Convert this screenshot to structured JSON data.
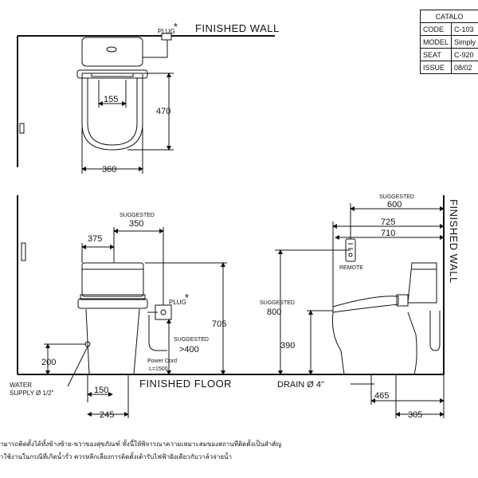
{
  "catalog": {
    "title": "CATALO",
    "rows": [
      {
        "key": "CODE",
        "value": "C-103"
      },
      {
        "key": "MODEL",
        "value": "Simply"
      },
      {
        "key": "SEAT",
        "value": "C-920"
      },
      {
        "key": "ISSUE",
        "value": "08/02"
      }
    ]
  },
  "top_view": {
    "plug_label": "PLUG",
    "asterisk": "*",
    "wall_label": "FINISHED WALL",
    "dim_155": "155",
    "dim_470": "470",
    "dim_360": "360"
  },
  "front_view": {
    "suggested_label": "SUGGESTED",
    "dim_350": "350",
    "dim_375": "375",
    "plug_label": "PLUG",
    "asterisk": "*",
    "suggested_400_label": "SUGGESTED",
    "dim_400": ">400",
    "dim_705": "705",
    "power_cord_label": "Power Cord",
    "power_cord_length": "L=1500",
    "dim_200": "200",
    "water_supply_label": "WATER",
    "water_supply_size": "SUPPLY Ø 1/2\"",
    "dim_150": "150",
    "dim_245": "245",
    "floor_label": "FINISHED FLOOR"
  },
  "side_view": {
    "suggested_label": "SUGGESTED",
    "dim_600": "600",
    "dim_725": "725",
    "dim_710": "710",
    "remote_label": "REMOTE",
    "suggested_800_label": "SUGGESTED",
    "dim_800": "800",
    "dim_390": "390",
    "drain_label": "DRAIN Ø 4\"",
    "dim_465": "465",
    "dim_305": "305",
    "wall_label": "FINISHED WALL"
  },
  "notes": {
    "line1": "ามารถติดตั้งได้ทั้งข้างซ้าย-ขวาของสุขภัณฑ์ ทั้งนี้ให้พิจารณาความเหมาะสมของสถานที่ติดตั้งเป็นสำคัญ",
    "line2": "าใช้งานในกรณีที่เกิดน้ำรั่ว ควรหลีกเลี่ยงการติดตั้งเต้ารับไฟฟ้าฝังเดียวกับวาล์วจ่ายน้ำ"
  }
}
